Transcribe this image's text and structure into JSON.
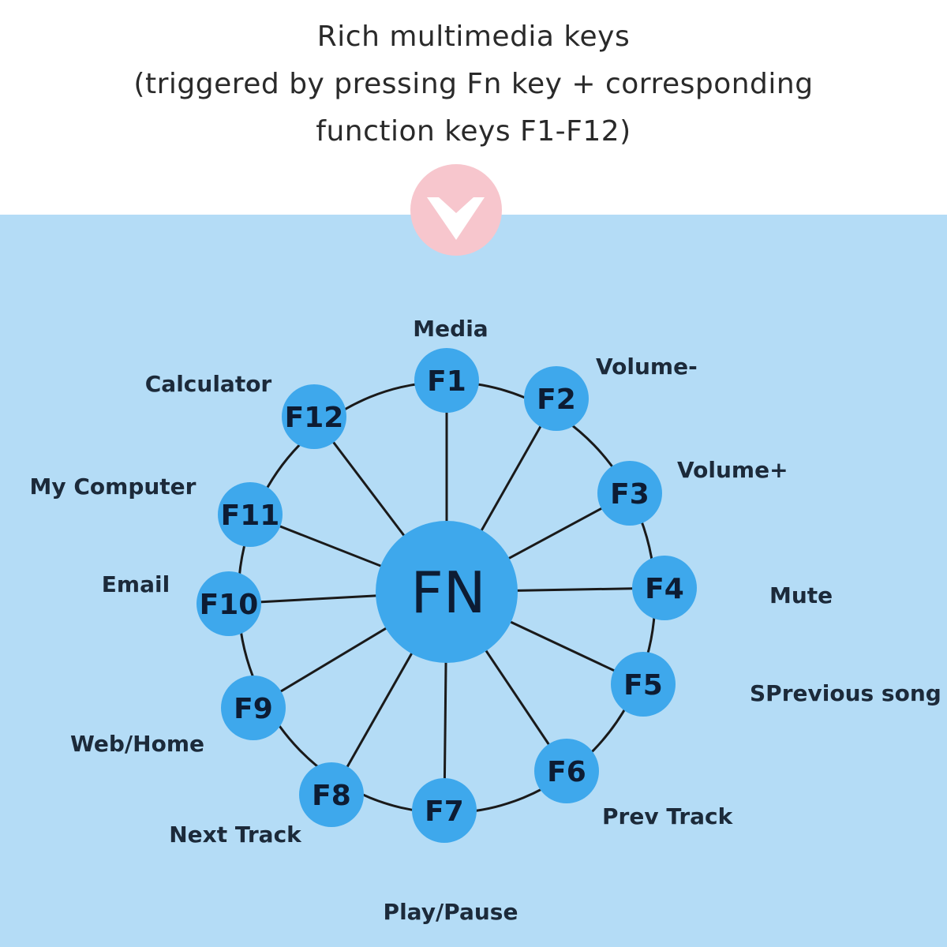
{
  "title": {
    "lines": [
      "Rich multimedia keys",
      "(triggered by pressing Fn key + corresponding",
      "function keys F1-F12)"
    ]
  },
  "center_key": "FN",
  "keys": [
    {
      "key": "F1",
      "function": "Media"
    },
    {
      "key": "F2",
      "function": "Volume-"
    },
    {
      "key": "F3",
      "function": "Volume+"
    },
    {
      "key": "F4",
      "function": "Mute"
    },
    {
      "key": "F5",
      "function": "SPrevious song"
    },
    {
      "key": "F6",
      "function": "Prev Track"
    },
    {
      "key": "F7",
      "function": "Play/Pause"
    },
    {
      "key": "F8",
      "function": "Next Track"
    },
    {
      "key": "F9",
      "function": "Web/Home"
    },
    {
      "key": "F10",
      "function": "Email"
    },
    {
      "key": "F11",
      "function": "My Computer"
    },
    {
      "key": "F12",
      "function": "Calculator"
    }
  ],
  "colors": {
    "panel": "#b4dcf6",
    "key_fill": "#3ea8ec",
    "line": "#1a1a1a",
    "arrow_badge": "#f7c6cd",
    "arrow": "#ffffff"
  }
}
